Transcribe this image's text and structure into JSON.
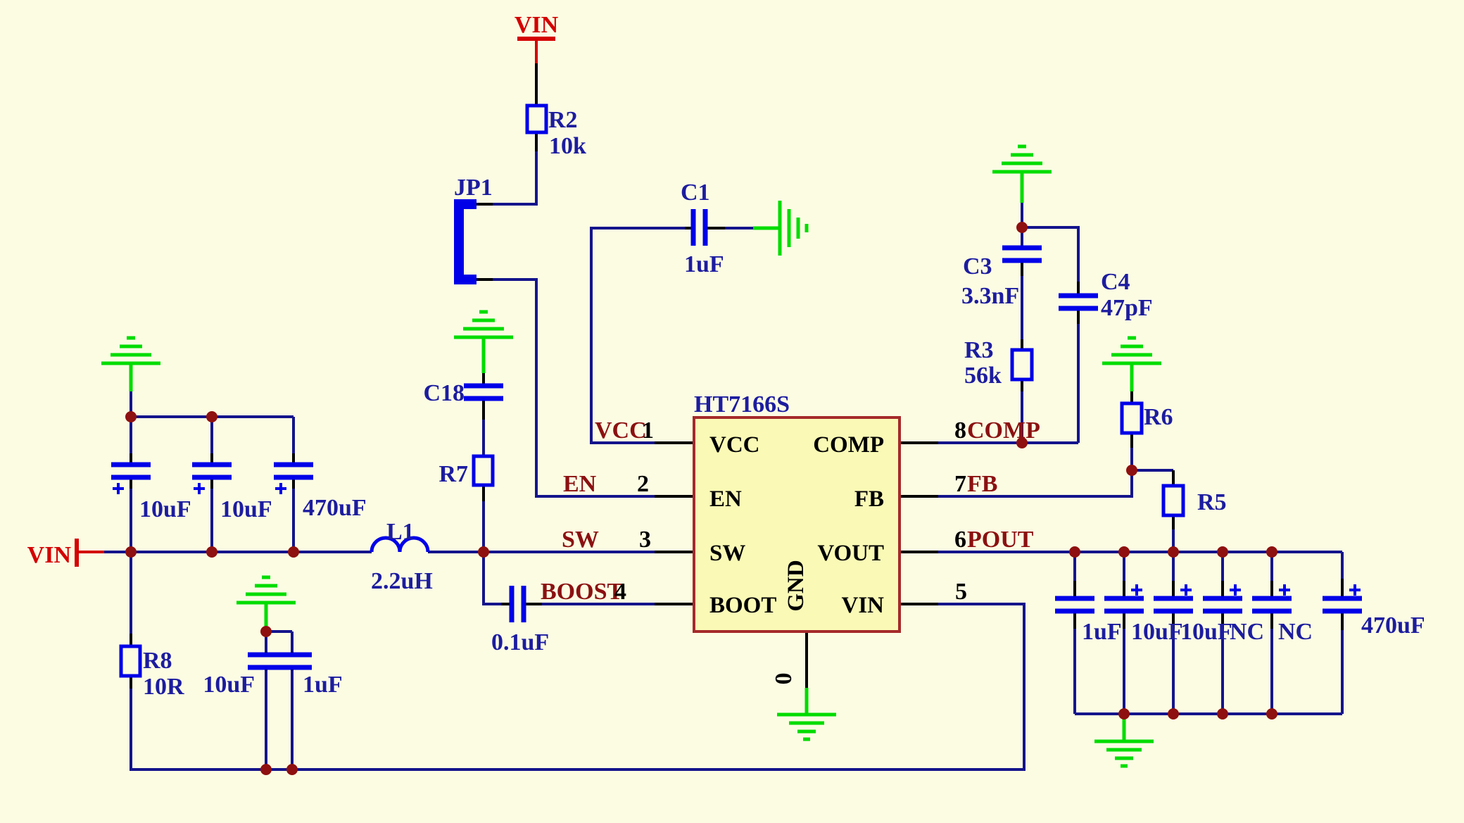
{
  "colors": {
    "background": "#FCFCE3",
    "wire": "#14148C",
    "pin": "#000000",
    "symbol": "#0000E8",
    "component_label": "#1C1CA0",
    "net_label": "#8B1111",
    "power": "#D40000",
    "ground": "#00DC00",
    "junction": "#8E1010",
    "ic_fill": "#FAFAB6",
    "ic_border": "#A52A2A"
  },
  "power_ports": {
    "vin_top": "VIN",
    "vin_left": "VIN"
  },
  "ic": {
    "name": "HT7166S",
    "left_pins": [
      "VCC",
      "EN",
      "SW",
      "BOOT"
    ],
    "right_pins": [
      "COMP",
      "FB",
      "VOUT",
      "VIN"
    ],
    "center_pin": "GND",
    "gnd_net_label": "0"
  },
  "net_labels_left": [
    {
      "name": "VCC",
      "pin": "1"
    },
    {
      "name": "EN",
      "pin": "2"
    },
    {
      "name": "SW",
      "pin": "3"
    },
    {
      "name": "BOOST",
      "pin": "4"
    }
  ],
  "net_labels_right": [
    {
      "pin": "8",
      "name": "COMP"
    },
    {
      "pin": "7",
      "name": "FB"
    },
    {
      "pin": "6",
      "name": "POUT"
    },
    {
      "pin": "5",
      "name": ""
    }
  ],
  "components": {
    "r2": {
      "ref": "R2",
      "value": "10k"
    },
    "jp1": {
      "ref": "JP1"
    },
    "c1": {
      "ref": "C1",
      "value": "1uF"
    },
    "c18": {
      "ref": "C18"
    },
    "r7": {
      "ref": "R7"
    },
    "l1": {
      "ref": "L1",
      "value": "2.2uH"
    },
    "r8": {
      "ref": "R8",
      "value": "10R"
    },
    "c3": {
      "ref": "C3",
      "value": "3.3nF"
    },
    "r3": {
      "ref": "R3",
      "value": "56k"
    },
    "c4": {
      "ref": "C4",
      "value": "47pF"
    },
    "r6": {
      "ref": "R6"
    },
    "r5": {
      "ref": "R5"
    },
    "boost_cap": {
      "value": "0.1uF"
    },
    "input_caps": [
      {
        "value": "10uF"
      },
      {
        "value": "10uF"
      },
      {
        "value": "470uF"
      }
    ],
    "mid_caps": [
      {
        "value": "10uF"
      },
      {
        "value": "1uF"
      }
    ],
    "output_caps": [
      {
        "value": "1uF"
      },
      {
        "value": "10uF"
      },
      {
        "value": "10uF"
      },
      {
        "value": "NC"
      },
      {
        "value": "NC"
      },
      {
        "value": "470uF"
      }
    ]
  }
}
